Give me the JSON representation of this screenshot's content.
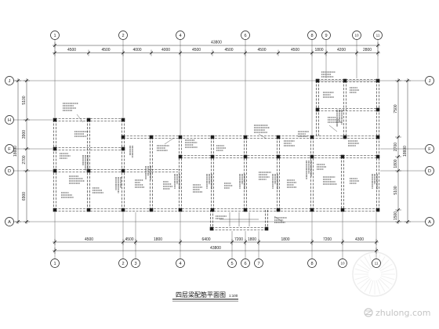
{
  "drawing": {
    "title": "四层梁配筋平面图",
    "scale": "1:100"
  },
  "axes": {
    "top": [
      "1",
      "2",
      "4",
      "6",
      "8",
      "9",
      "10",
      "11"
    ],
    "bottom": [
      "1",
      "2",
      "3",
      "4",
      "5",
      "6",
      "7",
      "8",
      "10",
      "11"
    ],
    "left": [
      "J",
      "H",
      "F",
      "D",
      "A"
    ],
    "right": [
      "J",
      "F",
      "D",
      "A"
    ]
  },
  "dimensions": {
    "top_total": "43800",
    "top_segments": [
      "4500",
      "4500",
      "4000",
      "4000",
      "4500",
      "4500",
      "4500",
      "4500",
      "1800",
      "4200",
      "2800"
    ],
    "bottom_total": "43800",
    "bottom_segments": [
      "4500",
      "4500",
      "1800",
      "6400",
      "7200",
      "1800",
      "1800",
      "7200",
      "4300",
      "4300"
    ],
    "left_total": "18600",
    "left_segments": [
      "5100",
      "3900",
      "2700",
      "6900"
    ],
    "right_total": "18600",
    "right_segments": [
      "7500",
      "2700",
      "1800",
      "5100",
      "1500"
    ]
  },
  "watermark": {
    "text": "zhulong.com"
  },
  "colors": {
    "line": "#1e1e1e",
    "background": "#ffffff",
    "watermark": "#c4c4c4"
  }
}
